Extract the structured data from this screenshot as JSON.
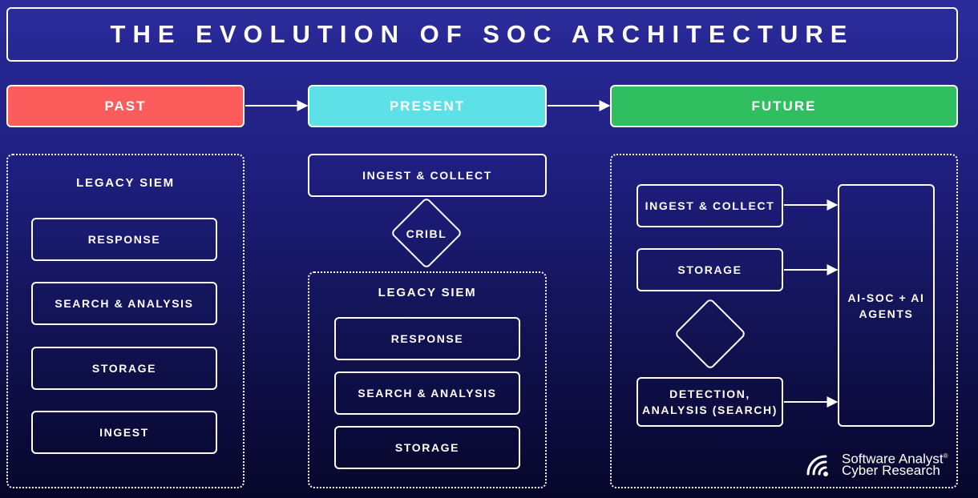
{
  "title": "THE EVOLUTION OF SOC ARCHITECTURE",
  "colors": {
    "past": "#fd5c5c",
    "present": "#5de0e6",
    "future": "#2fbf60"
  },
  "phases": {
    "past": "PAST",
    "present": "PRESENT",
    "future": "FUTURE"
  },
  "past": {
    "heading": "LEGACY SIEM",
    "items": [
      "RESPONSE",
      "SEARCH & ANALYSIS",
      "STORAGE",
      "INGEST"
    ]
  },
  "present": {
    "ingest": "INGEST & COLLECT",
    "cribl": "CRIBL",
    "heading": "LEGACY SIEM",
    "items": [
      "RESPONSE",
      "SEARCH & ANALYSIS",
      "STORAGE"
    ]
  },
  "future": {
    "ingest": "INGEST & COLLECT",
    "storage": "STORAGE",
    "detection_line1": "DETECTION,",
    "detection_line2": "ANALYSIS (SEARCH)",
    "target_line1": "AI-SOC + AI",
    "target_line2": "AGENTS"
  },
  "logo": {
    "line1": "Software Analyst",
    "mark": "®",
    "line2": "Cyber Research",
    "icon": "signal-waves-icon"
  }
}
